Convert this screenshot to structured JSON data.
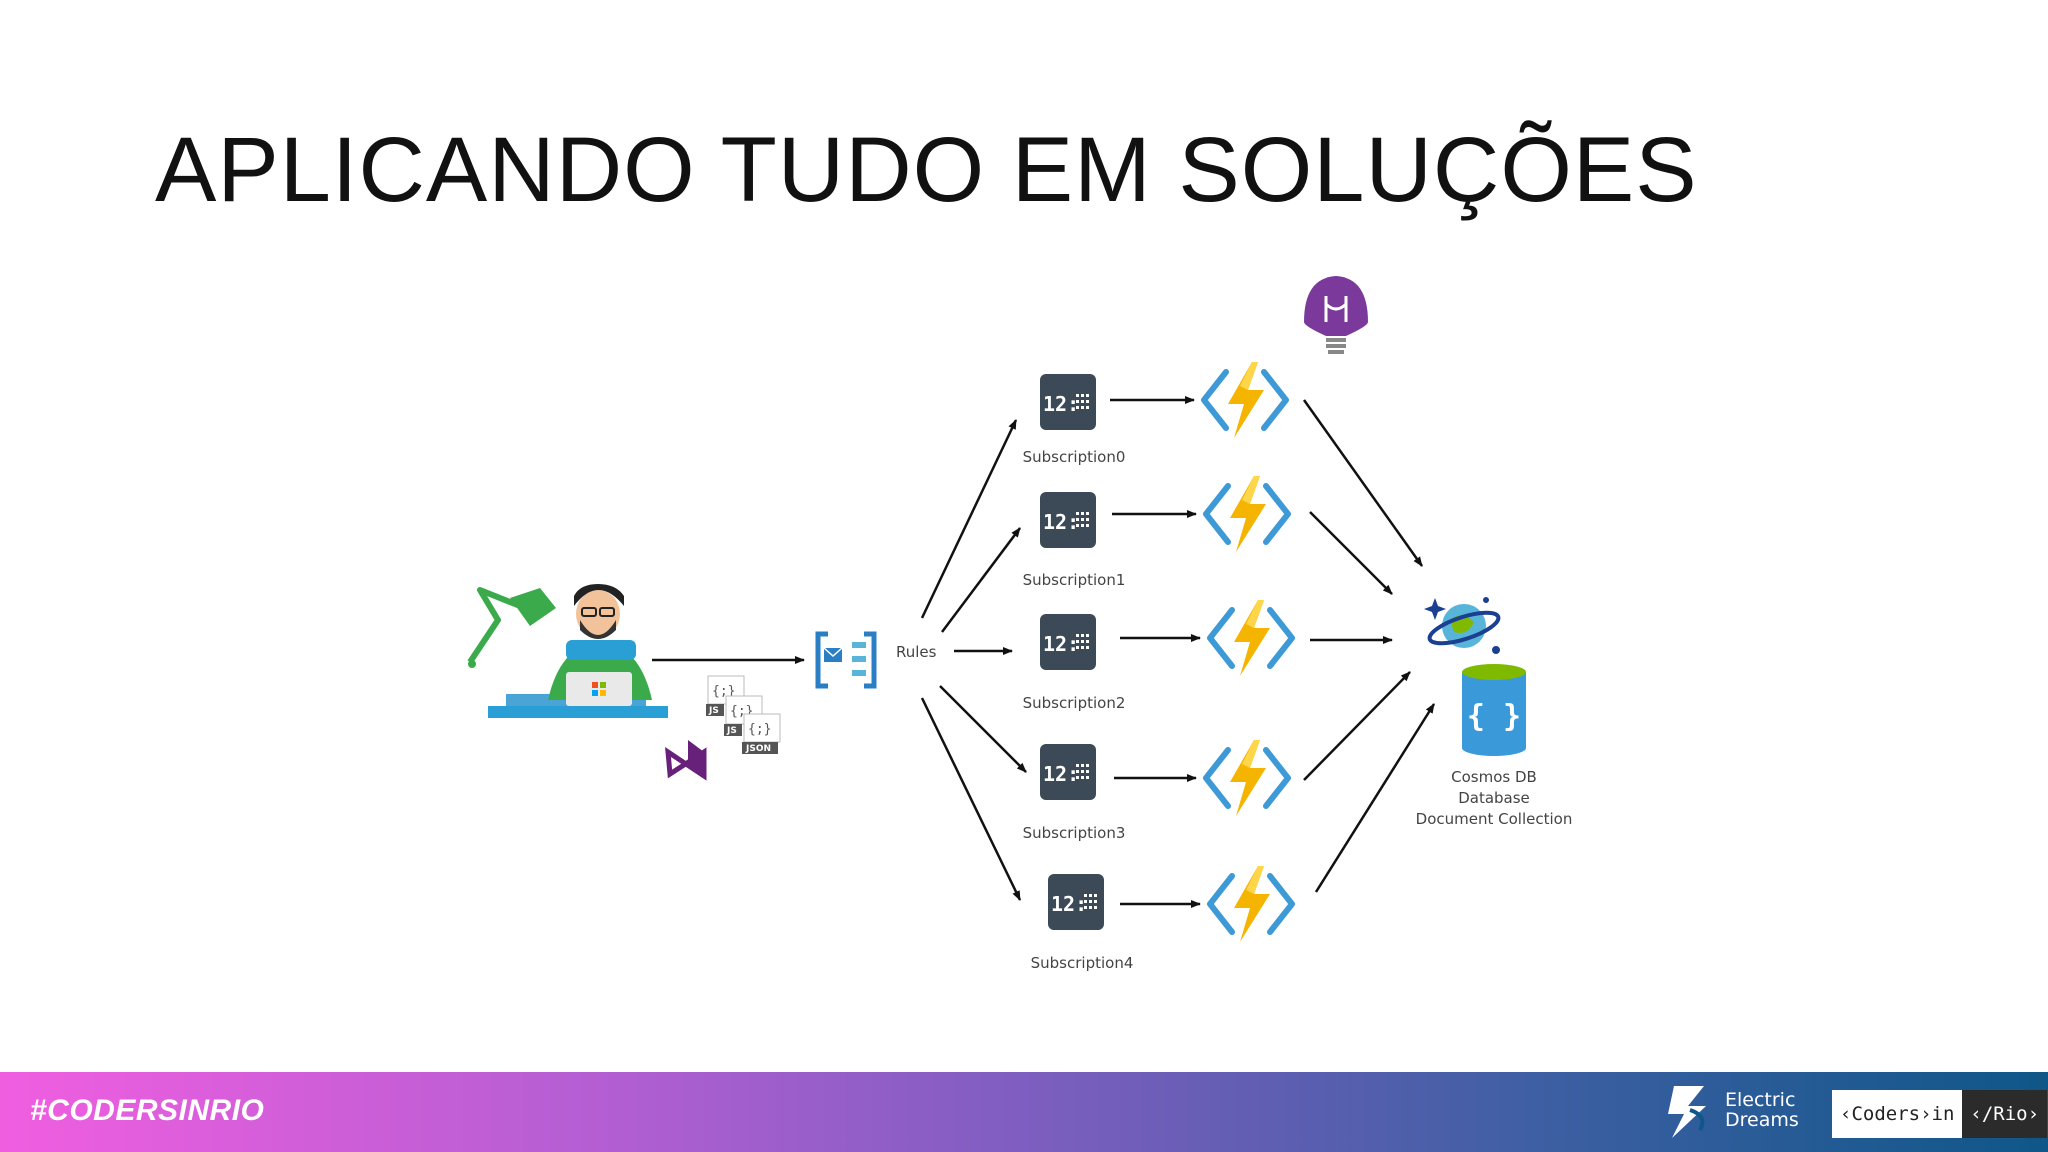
{
  "slide": {
    "title": "APLICANDO TUDO EM SOLUÇÕES"
  },
  "diagram": {
    "rules_label": "Rules",
    "subscriptions": [
      "Subscription0",
      "Subscription1",
      "Subscription2",
      "Subscription3",
      "Subscription4"
    ],
    "clock_text": "12:",
    "code_tags": [
      "JS",
      "JS",
      "JSON"
    ],
    "code_glyph": "{;}",
    "cosmos": {
      "line1": "Cosmos DB",
      "line2": "Database",
      "line3": "Document Collection"
    },
    "db_glyph": "{ }"
  },
  "footer": {
    "hashtag": "#CODERSINRIO",
    "electric_dreams": {
      "line1": "Electric",
      "line2": "Dreams"
    },
    "coders_in": "‹Coders›in",
    "rio": "‹/Rio›"
  },
  "colors": {
    "function_bolt": "#f4b400",
    "function_bracket": "#3e9ad6",
    "tile": "#3c4a57",
    "eventgrid": "#2a7fc4",
    "cosmos": "#3a9ad9"
  },
  "icons": [
    "developer-illustration",
    "visual-studio-icon",
    "event-grid-icon",
    "scheduler-icon",
    "azure-function-icon",
    "app-insights-icon",
    "cosmos-db-icon",
    "database-icon"
  ]
}
